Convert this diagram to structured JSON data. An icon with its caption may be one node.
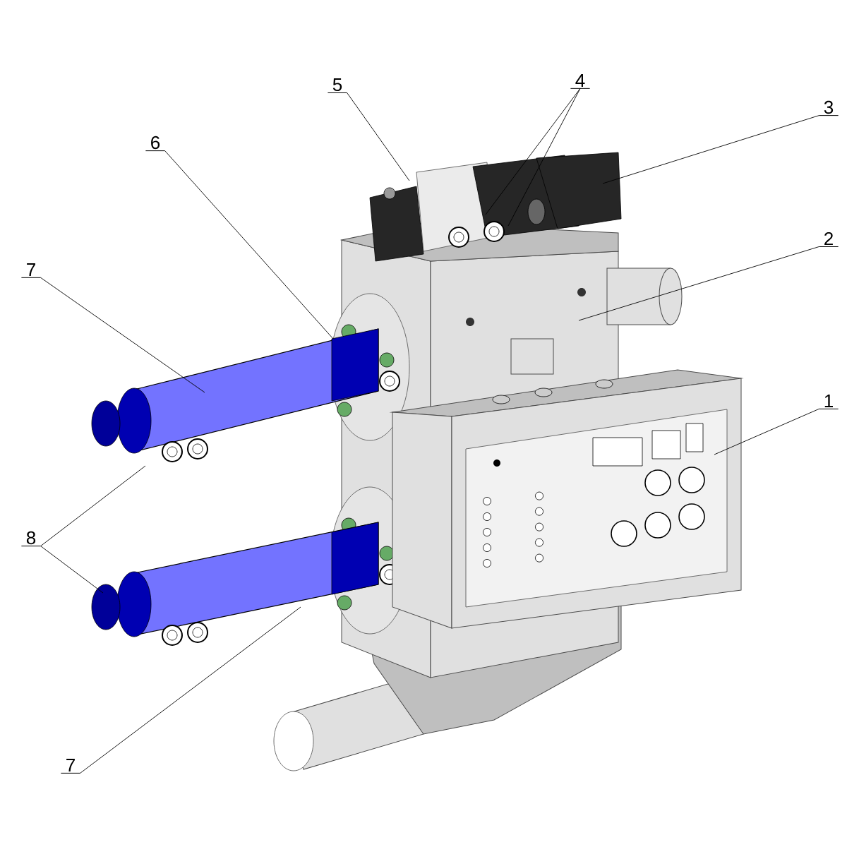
{
  "diagram": {
    "nodes": [
      {
        "text": [
          "1"
        ]
      },
      {
        "text": [
          "2"
        ]
      },
      {
        "text": [
          "3"
        ]
      },
      {
        "text": [
          "4"
        ]
      },
      {
        "text": [
          "5"
        ]
      },
      {
        "text": [
          "6"
        ]
      },
      {
        "text": [
          "7"
        ]
      },
      {
        "text": [
          "8"
        ]
      },
      {
        "text": [
          "7"
        ]
      }
    ],
    "edges": [
      {
        "from": 0,
        "to": null,
        "arrow": "none"
      },
      {
        "from": 1,
        "to": null,
        "arrow": "none"
      },
      {
        "from": 2,
        "to": null,
        "arrow": "none"
      },
      {
        "from": 3,
        "to": null,
        "arrow": "none"
      },
      {
        "from": 3,
        "to": null,
        "arrow": "none"
      },
      {
        "from": 4,
        "to": null,
        "arrow": "none"
      },
      {
        "from": 5,
        "to": null,
        "arrow": "none"
      },
      {
        "from": 6,
        "to": null,
        "arrow": "none"
      },
      {
        "from": 7,
        "to": null,
        "arrow": "none"
      },
      {
        "from": 7,
        "to": null,
        "arrow": "none"
      },
      {
        "from": 8,
        "to": null,
        "arrow": "none"
      }
    ]
  }
}
